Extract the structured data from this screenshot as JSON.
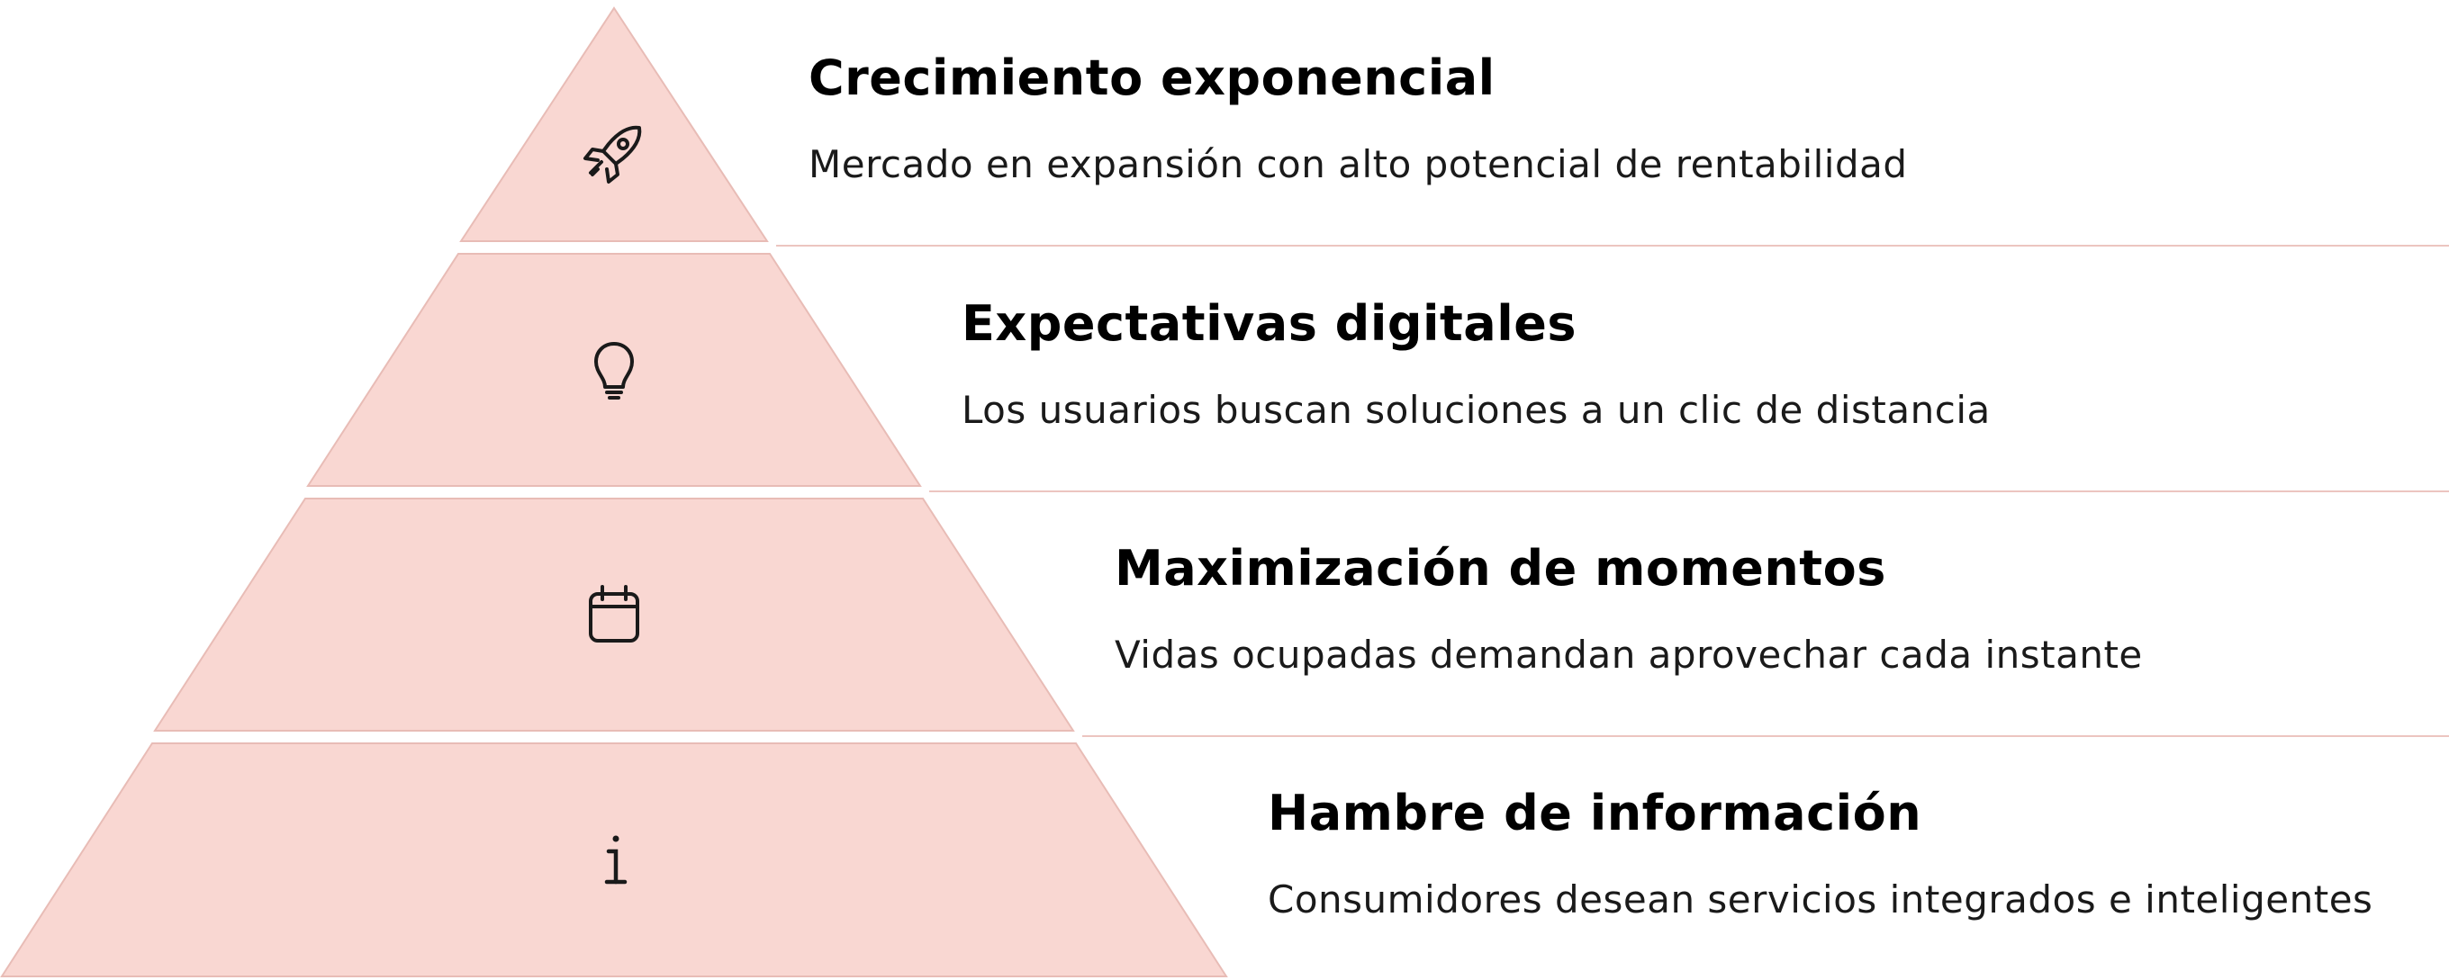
{
  "colors": {
    "segment_fill": "#f9d7d2",
    "segment_stroke": "#e8bcb6",
    "separator_line": "#ecc5c0",
    "icon_stroke": "#1a1a1a"
  },
  "levels": [
    {
      "title": "Crecimiento exponencial",
      "description": "Mercado en expansión con alto potencial de rentabilidad",
      "icon": "rocket-icon"
    },
    {
      "title": "Expectativas digitales",
      "description": "Los usuarios buscan soluciones a un clic de distancia",
      "icon": "lightbulb-icon"
    },
    {
      "title": "Maximización de momentos",
      "description": "Vidas ocupadas demandan aprovechar cada instante",
      "icon": "calendar-icon"
    },
    {
      "title": "Hambre de información",
      "description": "Consumidores desean servicios integrados e inteligentes",
      "icon": "info-icon"
    }
  ]
}
